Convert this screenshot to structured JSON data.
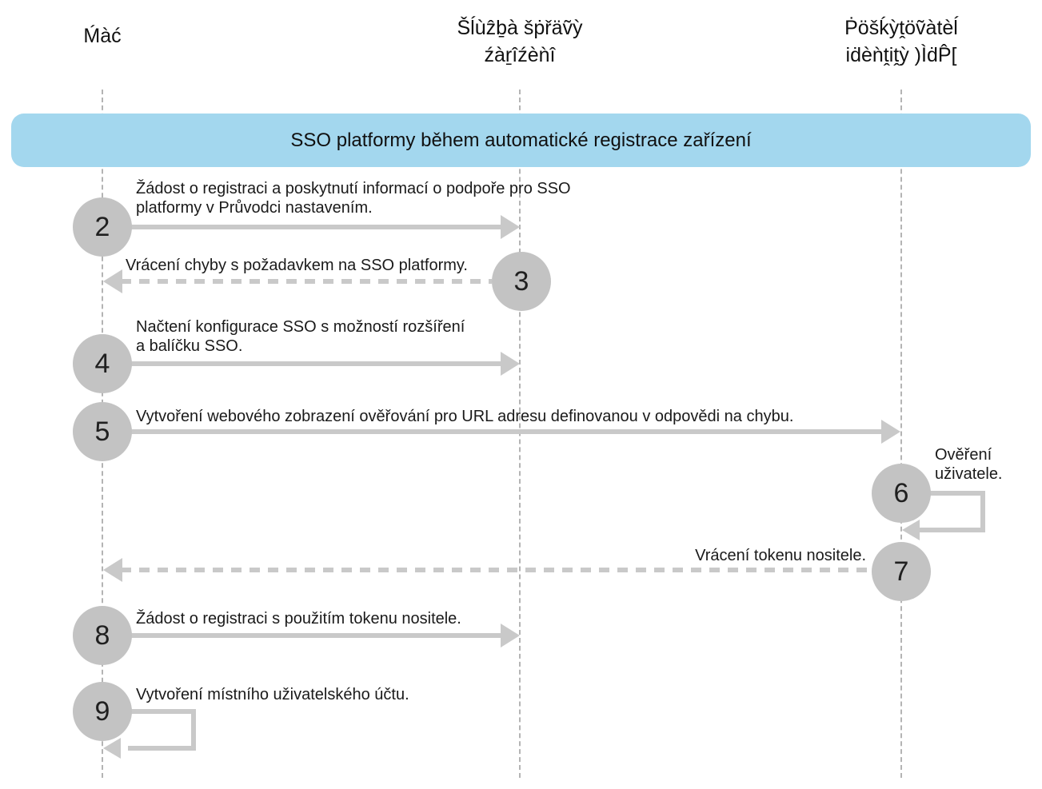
{
  "colors": {
    "title_band_bg": "#a3d7ee",
    "circle_fill": "#c3c3c3",
    "arrow_gray": "#c9c9c9",
    "lifeline_gray": "#b4b4b4",
    "text": "#1a1a1a"
  },
  "actors": {
    "mac": {
      "label": "Ḿàć"
    },
    "mdm": {
      "label": "Šĺùẑḇà šṗřäṽỳ\nźàṟîźèǹî"
    },
    "idp": {
      "label": "Ṗöšḱỳṱöṽàtèĺ\niḋèǹṱiṱỳ )ÌḋP̂["
    }
  },
  "title_band": {
    "label": "SSO platformy během automatické registrace zařízení"
  },
  "steps": {
    "s2": {
      "number": "2",
      "from": "mac",
      "to": "mdm",
      "line": "solid",
      "label": "Žádost o registraci a poskytnutí informací o podpoře pro SSO\nplatformy v Průvodci nastavením."
    },
    "s3": {
      "number": "3",
      "from": "mdm",
      "to": "mac",
      "line": "dashed",
      "label": "Vrácení chyby s požadavkem na SSO platformy."
    },
    "s4": {
      "number": "4",
      "from": "mac",
      "to": "mdm",
      "line": "solid",
      "label": "Načtení konfigurace SSO s možností rozšíření\na balíčku SSO."
    },
    "s5": {
      "number": "5",
      "from": "mac",
      "to": "idp",
      "line": "solid",
      "label": "Vytvoření webového zobrazení ověřování pro URL adresu definovanou v odpovědi na chybu."
    },
    "s6": {
      "number": "6",
      "from": "idp",
      "to": "idp",
      "line": "self-loop",
      "label": "Ověření\nuživatele."
    },
    "s7": {
      "number": "7",
      "from": "idp",
      "to": "mac",
      "line": "dashed",
      "label": "Vrácení tokenu nositele."
    },
    "s8": {
      "number": "8",
      "from": "mac",
      "to": "mdm",
      "line": "solid",
      "label": "Žádost o registraci s použitím tokenu nositele."
    },
    "s9": {
      "number": "9",
      "from": "mac",
      "to": "mac",
      "line": "self-loop",
      "label": "Vytvoření místního uživatelského účtu."
    }
  }
}
